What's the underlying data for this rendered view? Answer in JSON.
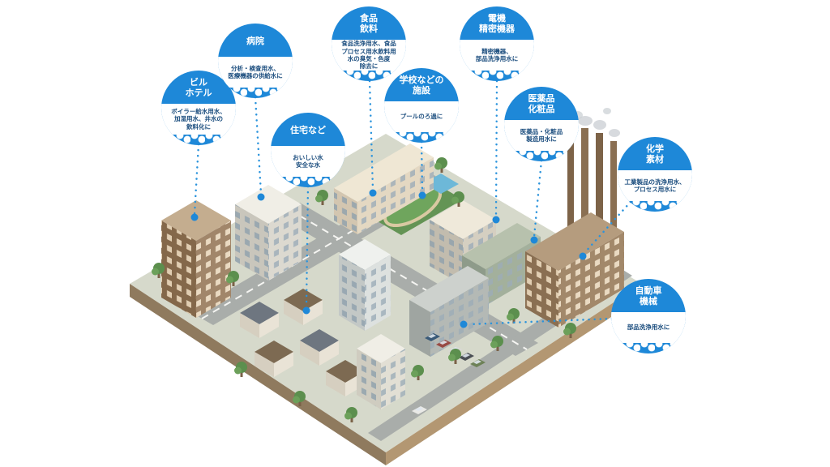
{
  "accent_color": "#1e88d8",
  "description_text_color": "#1b4d7e",
  "callouts": [
    {
      "id": "building-hotel",
      "title": "ビル\nホテル",
      "description": "ボイラー給水用水、\n加湿用水、井水の\n飲料化に"
    },
    {
      "id": "hospital",
      "title": "病院",
      "description": "分析・検査用水、\n医療機器の供給水に"
    },
    {
      "id": "housing",
      "title": "住宅など",
      "description": "おいしい水\n安全な水"
    },
    {
      "id": "food-beverage",
      "title": "食品\n飲料",
      "description": "食品洗浄用水、食品\nプロセス用水飲料用\n水の臭気・色度\n除去に"
    },
    {
      "id": "school-facilities",
      "title": "学校などの\n施設",
      "description": "プールのろ過に"
    },
    {
      "id": "electronics-precision",
      "title": "電機\n精密機器",
      "description": "精密機器、\n部品洗浄用水に"
    },
    {
      "id": "pharma-cosmetics",
      "title": "医薬品\n化粧品",
      "description": "医薬品・化粧品\n製造用水に"
    },
    {
      "id": "chemical-materials",
      "title": "化学\n素材",
      "description": "工業製品の洗浄用水、\nプロセス用水に"
    },
    {
      "id": "automotive-machinery",
      "title": "自動車\n機械",
      "description": "部品洗浄用水に"
    }
  ],
  "scene": {
    "type": "isometric-city-illustration",
    "elements": [
      "office-hotel-building",
      "hospital-building",
      "school-building",
      "sports-field",
      "pool",
      "residential-houses",
      "apartment-building",
      "center-office-building",
      "office-building",
      "green-factory",
      "large-factory-with-chimneys",
      "commercial-building",
      "parked-cars",
      "trees"
    ]
  }
}
